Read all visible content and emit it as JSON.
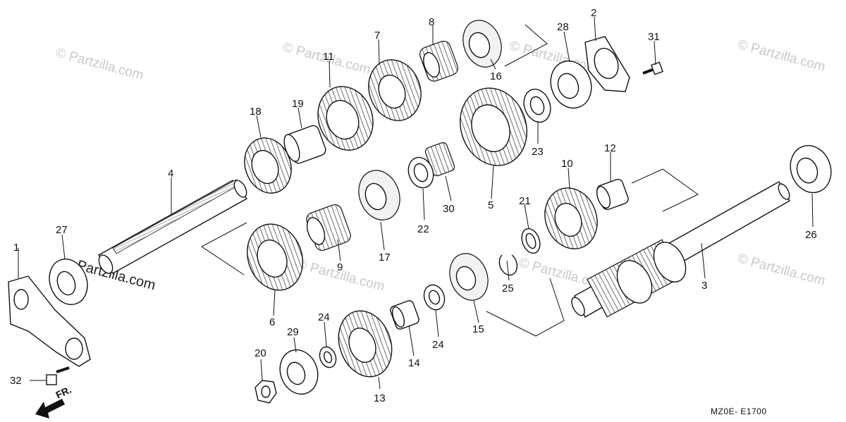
{
  "callouts": {
    "p1": "1",
    "p2": "2",
    "p3": "3",
    "p4": "4",
    "p5": "5",
    "p6": "6",
    "p7": "7",
    "p8": "8",
    "p9": "9",
    "p10": "10",
    "p11": "11",
    "p12": "12",
    "p13": "13",
    "p14": "14",
    "p15": "15",
    "p16": "16",
    "p17": "17",
    "p18": "18",
    "p19": "19",
    "p20": "20",
    "p21": "21",
    "p22": "22",
    "p23": "23",
    "p24a": "24",
    "p24b": "24",
    "p25": "25",
    "p26": "26",
    "p27": "27",
    "p28": "28",
    "p29": "29",
    "p30": "30",
    "p31": "31",
    "p32": "32"
  },
  "watermarks": {
    "wm1": "© Partzilla.com",
    "wm2": "© Partzilla.com",
    "wm3": "© Partzilla.com",
    "wm4": "© Partzilla.com",
    "wm5": "© Partzilla.com",
    "wm6": "© Partzilla.com",
    "wm7": "© Partzilla.com",
    "wm8": "Partzilla.com"
  },
  "diagram_code": "MZ0E- E1700",
  "front_marker": "FR."
}
